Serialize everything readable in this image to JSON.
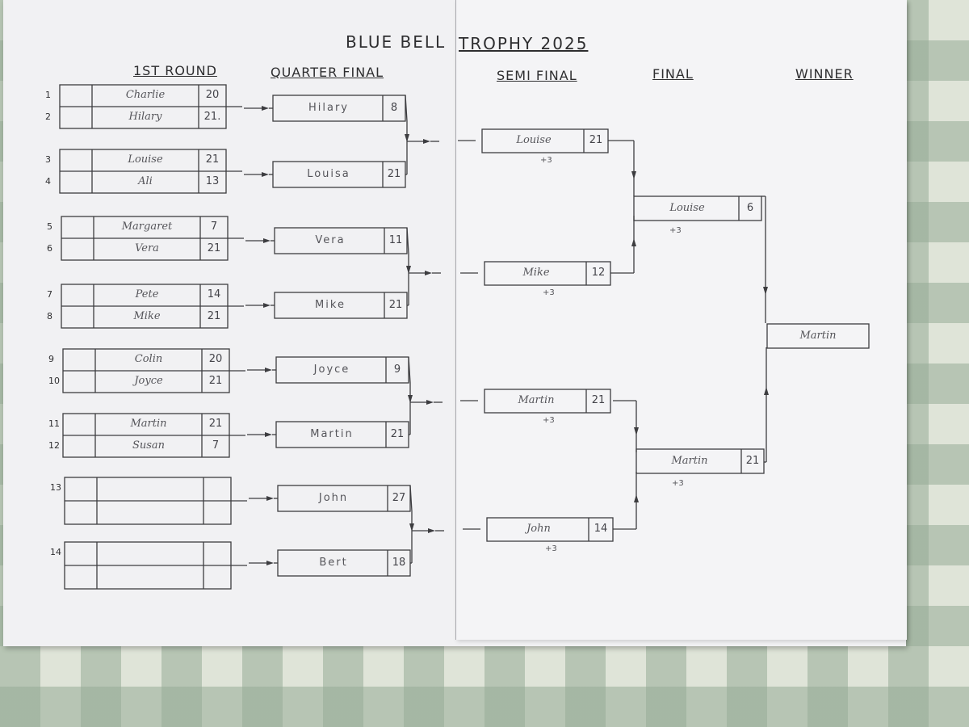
{
  "title_part1": "BLUE BELL",
  "title_part2": "TROPHY 2025",
  "headings": {
    "first_round": "1ST ROUND",
    "quarter_final": "QUARTER FINAL",
    "semi_final": "SEMI FINAL",
    "final": "FINAL",
    "winner": "WINNER"
  },
  "first_round": [
    {
      "num": "1",
      "name": "Charlie",
      "score": "20"
    },
    {
      "num": "2",
      "name": "Hilary",
      "score": "21."
    },
    {
      "num": "3",
      "name": "Louise",
      "score": "21"
    },
    {
      "num": "4",
      "name": "Ali",
      "score": "13"
    },
    {
      "num": "5",
      "name": "Margaret",
      "score": "7"
    },
    {
      "num": "6",
      "name": "Vera",
      "score": "21"
    },
    {
      "num": "7",
      "name": "Pete",
      "score": "14"
    },
    {
      "num": "8",
      "name": "Mike",
      "score": "21"
    },
    {
      "num": "9",
      "name": "Colin",
      "score": "20"
    },
    {
      "num": "10",
      "name": "Joyce",
      "score": "21"
    },
    {
      "num": "11",
      "name": "Martin",
      "score": "21"
    },
    {
      "num": "12",
      "name": "Susan",
      "score": "7"
    },
    {
      "num": "13",
      "name": "",
      "score": ""
    },
    {
      "num": "",
      "name": "",
      "score": ""
    },
    {
      "num": "14",
      "name": "",
      "score": ""
    },
    {
      "num": "",
      "name": "",
      "score": ""
    }
  ],
  "quarter_final": [
    {
      "name": "Hilary",
      "score": "8"
    },
    {
      "name": "Louisa",
      "score": "21"
    },
    {
      "name": "Vera",
      "score": "11"
    },
    {
      "name": "Mike",
      "score": "21"
    },
    {
      "name": "Joyce",
      "score": "9"
    },
    {
      "name": "Martin",
      "score": "21"
    },
    {
      "name": "John",
      "score": "27"
    },
    {
      "name": "Bert",
      "score": "18"
    }
  ],
  "semi_final": [
    {
      "name": "Louise",
      "score": "21",
      "handicap": "+3"
    },
    {
      "name": "Mike",
      "score": "12",
      "handicap": "+3"
    },
    {
      "name": "Martin",
      "score": "21",
      "handicap": "+3"
    },
    {
      "name": "John",
      "score": "14",
      "handicap": "+3"
    }
  ],
  "final": [
    {
      "name": "Louise",
      "score": "6",
      "handicap": "+3"
    },
    {
      "name": "Martin",
      "score": "21",
      "handicap": "+3"
    }
  ],
  "winner": {
    "name": "Martin"
  }
}
